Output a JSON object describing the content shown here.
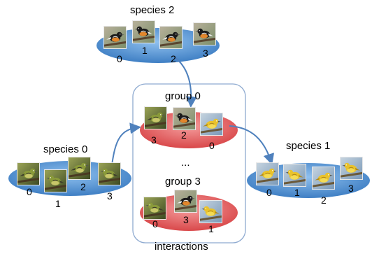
{
  "diagram": {
    "species": [
      {
        "id": "species-2",
        "title": "species 2",
        "indices": [
          "0",
          "1",
          "2",
          "3"
        ],
        "bird": "oriole"
      },
      {
        "id": "species-0",
        "title": "species 0",
        "indices": [
          "0",
          "1",
          "2",
          "3"
        ],
        "bird": "olive-finch"
      },
      {
        "id": "species-1",
        "title": "species 1",
        "indices": [
          "0",
          "1",
          "2",
          "3"
        ],
        "bird": "yellow-warbler"
      }
    ],
    "groups": [
      {
        "id": "group-0",
        "title": "group 0",
        "indices": [
          "3",
          "2",
          "0"
        ]
      },
      {
        "id": "group-3",
        "title": "group 3",
        "indices": [
          "0",
          "3",
          "1"
        ]
      }
    ],
    "ellipsis": "...",
    "container_label": "interactions",
    "colors": {
      "species_fill": "#5b9bd5",
      "group_fill": "#e8696a",
      "arrow": "#4f81bd",
      "container_border": "#8eaad0"
    }
  }
}
